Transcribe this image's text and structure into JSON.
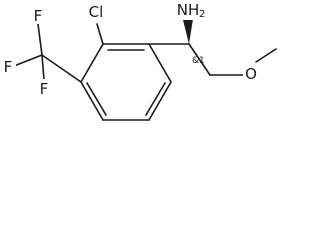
{
  "molecule": {
    "atoms": {
      "f_top": "F",
      "f_left": "F",
      "f_bottom": "F",
      "cl": "Cl",
      "nh2_n": "NH",
      "nh2_sub": "2",
      "o": "O"
    },
    "stereo_label": "&1"
  }
}
